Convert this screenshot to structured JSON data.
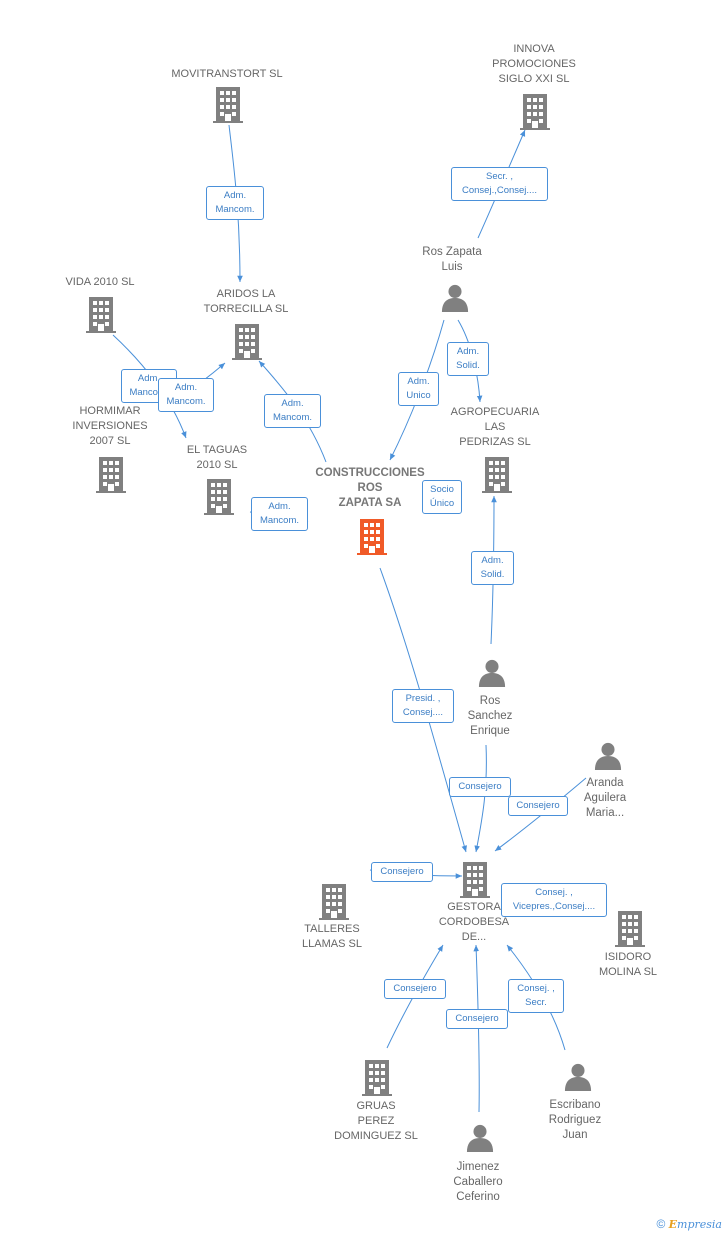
{
  "nodes": [
    {
      "id": "movitranstort",
      "type": "company",
      "label": "MOVITRANSTORT SL"
    },
    {
      "id": "innova",
      "type": "company",
      "label": "INNOVA\nPROMOCIONES\nSIGLO XXI SL"
    },
    {
      "id": "vida2010",
      "type": "company",
      "label": "VIDA 2010  SL"
    },
    {
      "id": "aridos",
      "type": "company",
      "label": "ARIDOS LA\nTORRECILLA SL"
    },
    {
      "id": "ros_luis",
      "type": "person",
      "label": "Ros Zapata\nLuis"
    },
    {
      "id": "hormimar",
      "type": "company",
      "label": "HORMIMAR\nINVERSIONES\n2007 SL"
    },
    {
      "id": "eltaguas",
      "type": "company",
      "label": "EL TAGUAS\n2010 SL"
    },
    {
      "id": "construcciones",
      "type": "main",
      "label": "CONSTRUCCIONES\nROS\nZAPATA SA"
    },
    {
      "id": "agropecuaria",
      "type": "company",
      "label": "AGROPECUARIA\nLAS\nPEDRIZAS SL"
    },
    {
      "id": "ros_enrique",
      "type": "person",
      "label": "Ros\nSanchez\nEnrique"
    },
    {
      "id": "aranda",
      "type": "person",
      "label": "Aranda\nAguilera\nMaria..."
    },
    {
      "id": "talleres",
      "type": "company",
      "label": "TALLERES\nLLAMAS  SL"
    },
    {
      "id": "gestora",
      "type": "company",
      "label": "GESTORA\nCORDOBESA\nDE..."
    },
    {
      "id": "isidoro",
      "type": "company",
      "label": "ISIDORO\nMOLINA SL"
    },
    {
      "id": "gruas",
      "type": "company",
      "label": "GRUAS\nPEREZ\nDOMINGUEZ SL"
    },
    {
      "id": "escribano",
      "type": "person",
      "label": "Escribano\nRodriguez\nJuan"
    },
    {
      "id": "jimenez",
      "type": "person",
      "label": "Jimenez\nCaballero\nCeferino"
    }
  ],
  "edges": [
    {
      "id": "e1",
      "label": "Adm.\nMancom."
    },
    {
      "id": "e2",
      "label": "Secr. ,\nConsej.,Consej...."
    },
    {
      "id": "e3",
      "label": "Adm.\nMancom."
    },
    {
      "id": "e4",
      "label": "Adm.\nMancom."
    },
    {
      "id": "e5",
      "label": "Adm.\nMancom."
    },
    {
      "id": "e6",
      "label": "Adm.\nMancom."
    },
    {
      "id": "e7",
      "label": "Adm.\nUnico"
    },
    {
      "id": "e8",
      "label": "Adm.\nSolid."
    },
    {
      "id": "e9",
      "label": "Socio\nÚnico"
    },
    {
      "id": "e10",
      "label": "Adm.\nSolid."
    },
    {
      "id": "e11",
      "label": "Presid. ,\nConsej...."
    },
    {
      "id": "e12",
      "label": "Consejero"
    },
    {
      "id": "e13",
      "label": "Consejero"
    },
    {
      "id": "e14",
      "label": "Consejero"
    },
    {
      "id": "e15",
      "label": "Consej. ,\nVicepres.,Consej...."
    },
    {
      "id": "e16",
      "label": "Consejero"
    },
    {
      "id": "e17",
      "label": "Consejero"
    },
    {
      "id": "e18",
      "label": "Consej. ,\nSecr."
    }
  ],
  "colors": {
    "company": "#808080",
    "main": "#f05a28",
    "person": "#808080",
    "edge": "#4a90d9"
  },
  "footer": {
    "copyright": "©",
    "brand_e": "E",
    "brand_rest": "mpresia"
  }
}
